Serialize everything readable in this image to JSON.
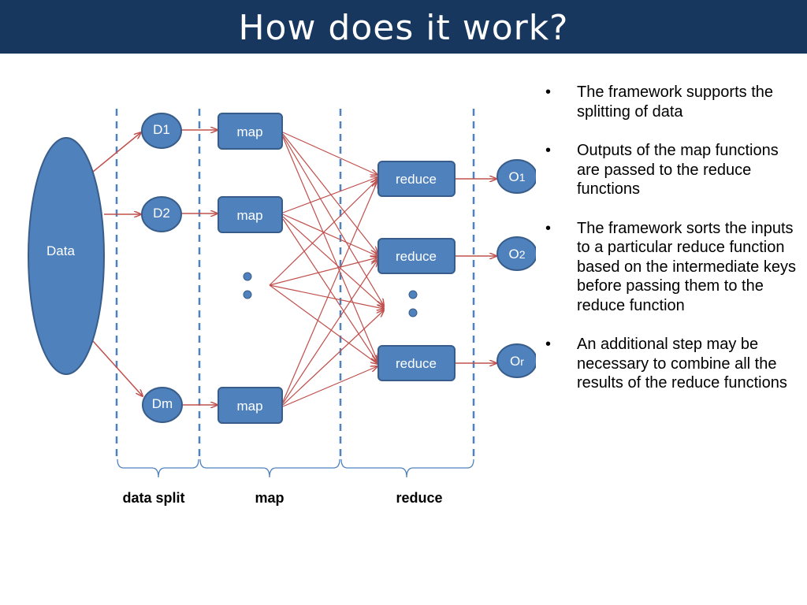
{
  "title": "How does it work?",
  "diagram": {
    "data_node": "Data",
    "split_nodes": [
      "D1",
      "D2",
      "Dm"
    ],
    "map_nodes": [
      "map",
      "map",
      "map"
    ],
    "reduce_nodes": [
      "reduce",
      "reduce",
      "reduce"
    ],
    "output_nodes": [
      {
        "base": "O",
        "sub": "1"
      },
      {
        "base": "O",
        "sub": "2"
      },
      {
        "base": "O",
        "sub": "r"
      }
    ],
    "stage_labels": [
      "data split",
      "map",
      "reduce"
    ]
  },
  "bullets": [
    "The framework supports the splitting of data",
    "Outputs of the map functions are passed to the reduce functions",
    "The framework sorts the inputs to a particular reduce function based on the intermediate keys before passing them to the reduce function",
    "An additional step may be necessary to combine all the results of the reduce functions"
  ],
  "colors": {
    "title_bar": "#17375e",
    "node_fill": "#4f81bd",
    "node_stroke": "#385d8a",
    "arrow": "#c0504d",
    "divider": "#4f81bd"
  }
}
